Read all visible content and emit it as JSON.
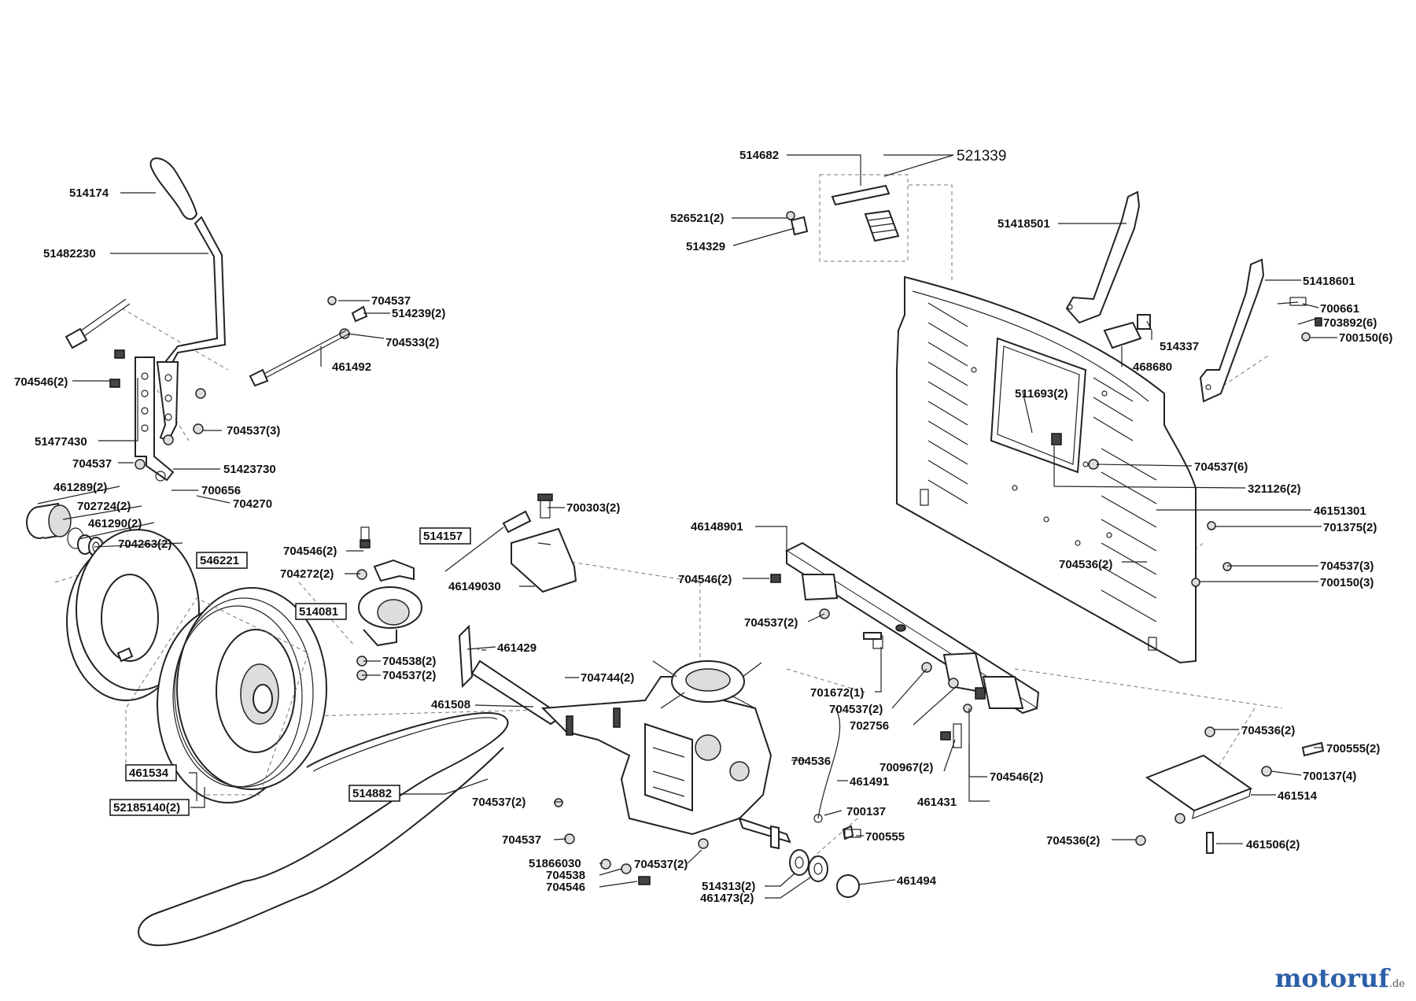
{
  "labels": [
    "514174",
    "51482230",
    "704546(2)",
    "51477430",
    "704537",
    "51423730",
    "461289(2)",
    "700656",
    "704270",
    "702724(2)",
    "461290(2)",
    "704263(2)",
    "704537",
    "514239(2)",
    "704533(2)",
    "461492",
    "704537(3)",
    "704546(2)",
    "704272(2)",
    "704538(2)",
    "704537(2)",
    "461429",
    "700303(2)",
    "46149030",
    "704744(2)",
    "461508",
    "514682",
    "526521(2)",
    "514329",
    "51418501",
    "51418601",
    "700661",
    "703892(6)",
    "700150(6)",
    "514337",
    "468680",
    "511693(2)",
    "704537(6)",
    "321126(2)",
    "46151301",
    "701375(2)",
    "46148901",
    "704546(2)",
    "704537(2)",
    "704536(2)",
    "704537(3)",
    "700150(3)",
    "701672(1)",
    "704537(2)",
    "702756",
    "700967(2)",
    "461431",
    "704546(2)",
    "704536",
    "461491",
    "700137",
    "700555",
    "704536(2)",
    "700555(2)",
    "700137(4)",
    "461514",
    "704536(2)",
    "461506(2)",
    "704537(2)",
    "704537",
    "51866030",
    "704537(2)",
    "704538",
    "704546",
    "514313(2)",
    "461473(2)",
    "461494"
  ],
  "big_label": "521339",
  "boxed_labels": [
    "514157",
    "546221",
    "514081",
    "461534",
    "52185140(2)",
    "514882"
  ],
  "watermark": {
    "text": "motoruf",
    "domain": ".de"
  }
}
